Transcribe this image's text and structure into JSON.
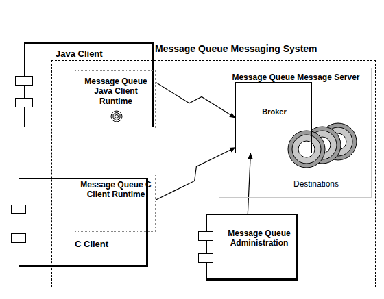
{
  "diagram": {
    "nodes": [
      {
        "text": [
          "Java Client"
        ]
      },
      {
        "text": [
          "Message Queue Java Client Runtime"
        ],
        "in": 0
      },
      {
        "text": [
          "Message Queue Messaging System"
        ]
      },
      {
        "text": [
          "Message Queue Message Server"
        ],
        "in": 2
      },
      {
        "text": [
          "Broker"
        ],
        "in": 3
      },
      {
        "text": [
          "C Client"
        ]
      },
      {
        "text": [
          "Message Queue C Client Runtime"
        ],
        "in": 5
      },
      {
        "text": [
          "Message Queue Administration"
        ],
        "in": 2
      }
    ],
    "edges": [
      {
        "from": 1,
        "to": 4,
        "arrow": "to"
      },
      {
        "from": 6,
        "to": 4,
        "arrow": "to"
      },
      {
        "from": 7,
        "to": 4,
        "arrow": "to"
      }
    ],
    "labels": [
      "Destinations"
    ]
  }
}
